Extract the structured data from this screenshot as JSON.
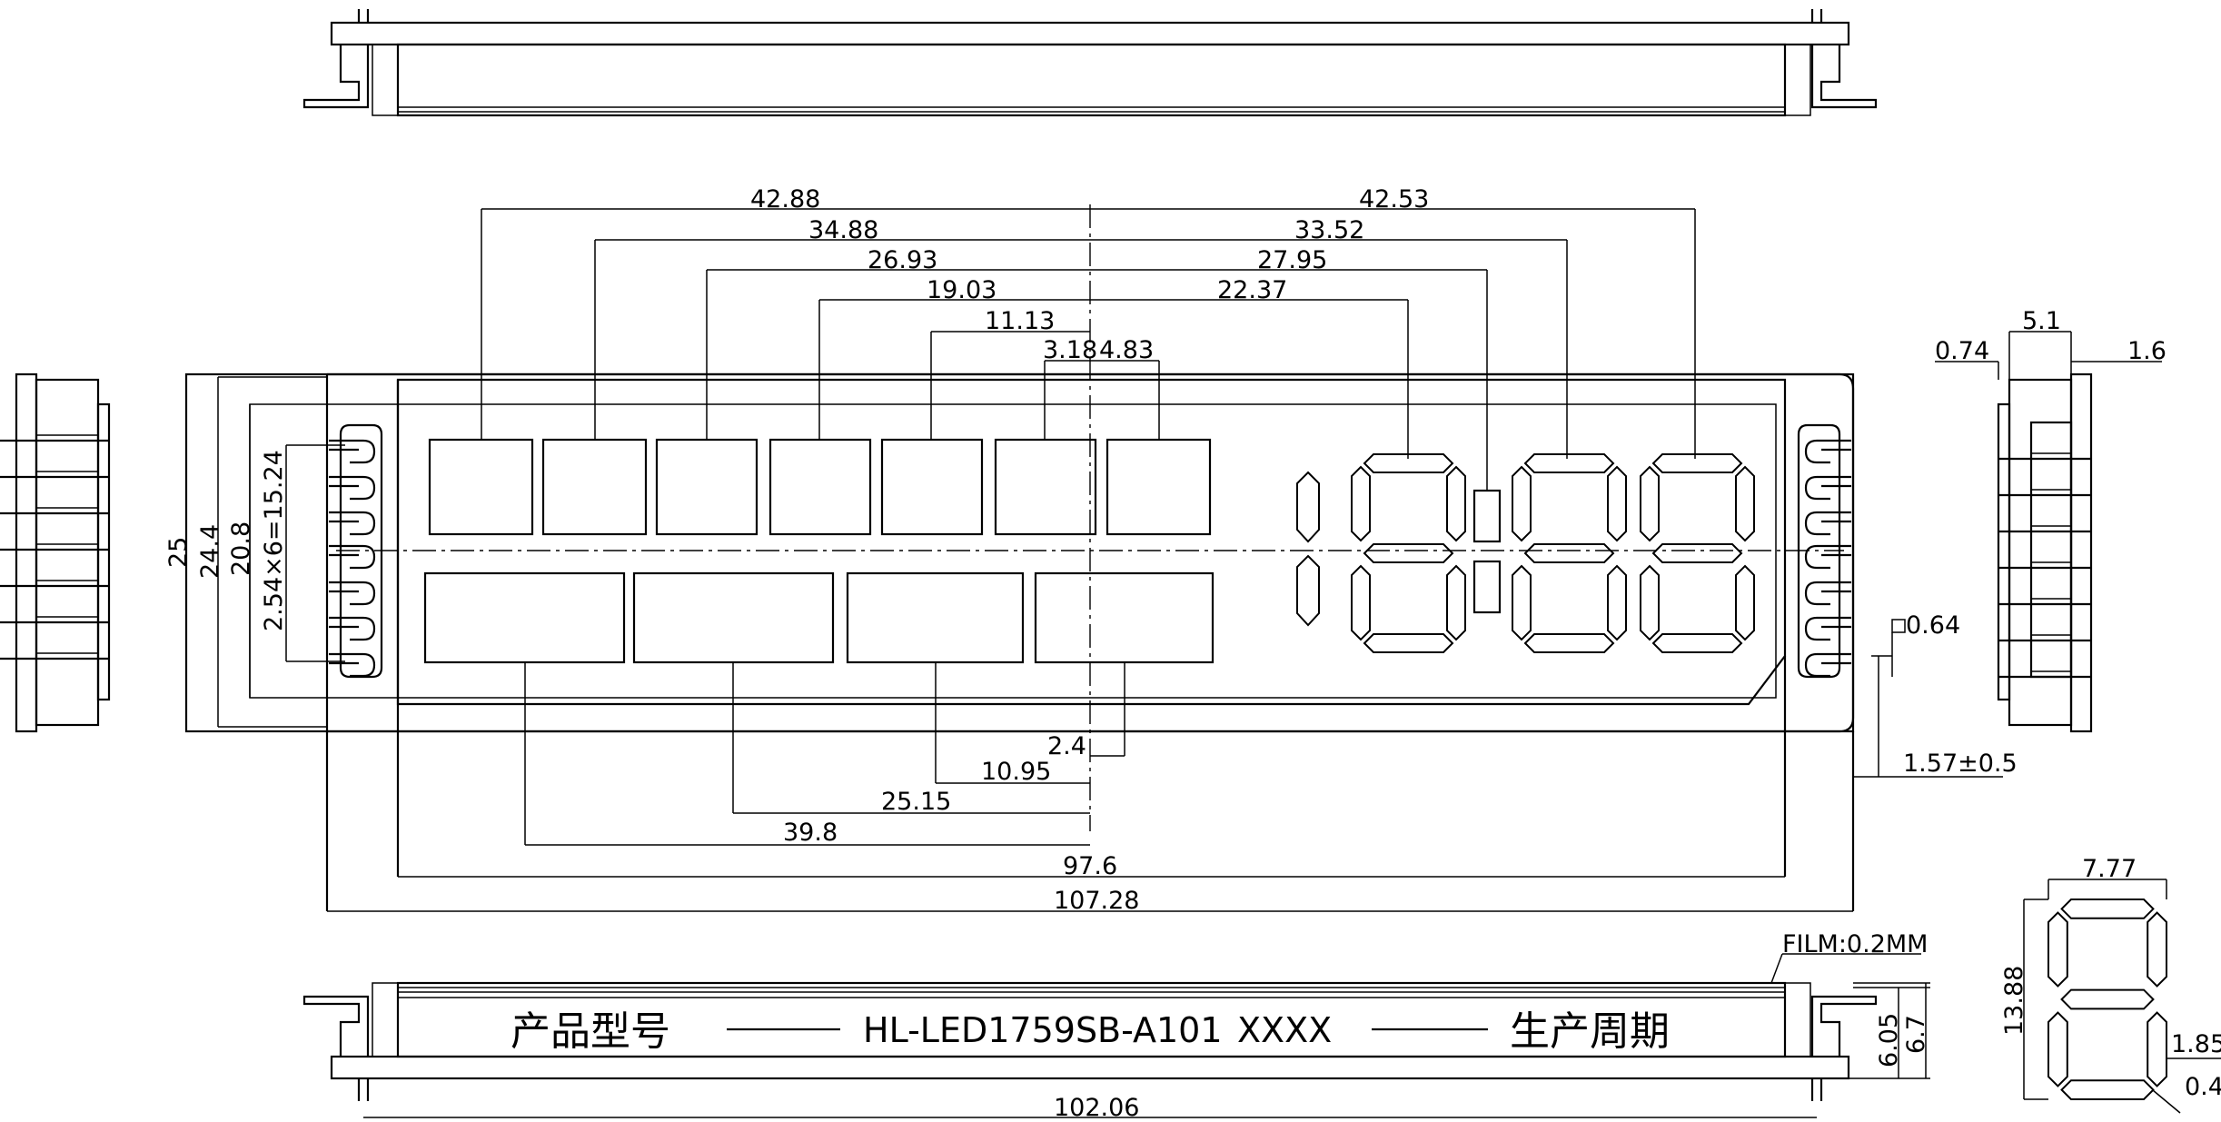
{
  "top_dimensions": [
    "42.88",
    "34.88",
    "26.93",
    "19.03",
    "11.13",
    "3.18",
    "4.83",
    "42.53",
    "33.52",
    "27.95",
    "22.37"
  ],
  "left_dimensions": [
    "25",
    "24.4",
    "20.8",
    "2.54×6=15.24"
  ],
  "bottom_dimensions": [
    "2.4",
    "10.95",
    "25.15",
    "39.8",
    "97.6",
    "107.28"
  ],
  "right_dimensions": [
    "5.1",
    "0.74",
    "1.6",
    "0.64",
    "1.57±0.5"
  ],
  "front_view_dimensions": [
    "FILM:0.2MM",
    "6.05",
    "6.7",
    "102.06"
  ],
  "front_label": {
    "product_model_label": "产品型号",
    "model_number": "HL-LED1759SB-A101",
    "code": "XXXX",
    "production_cycle_label": "生产周期"
  },
  "digit_detail_dimensions": [
    "7.77",
    "13.88",
    "1.85",
    "0.4"
  ]
}
